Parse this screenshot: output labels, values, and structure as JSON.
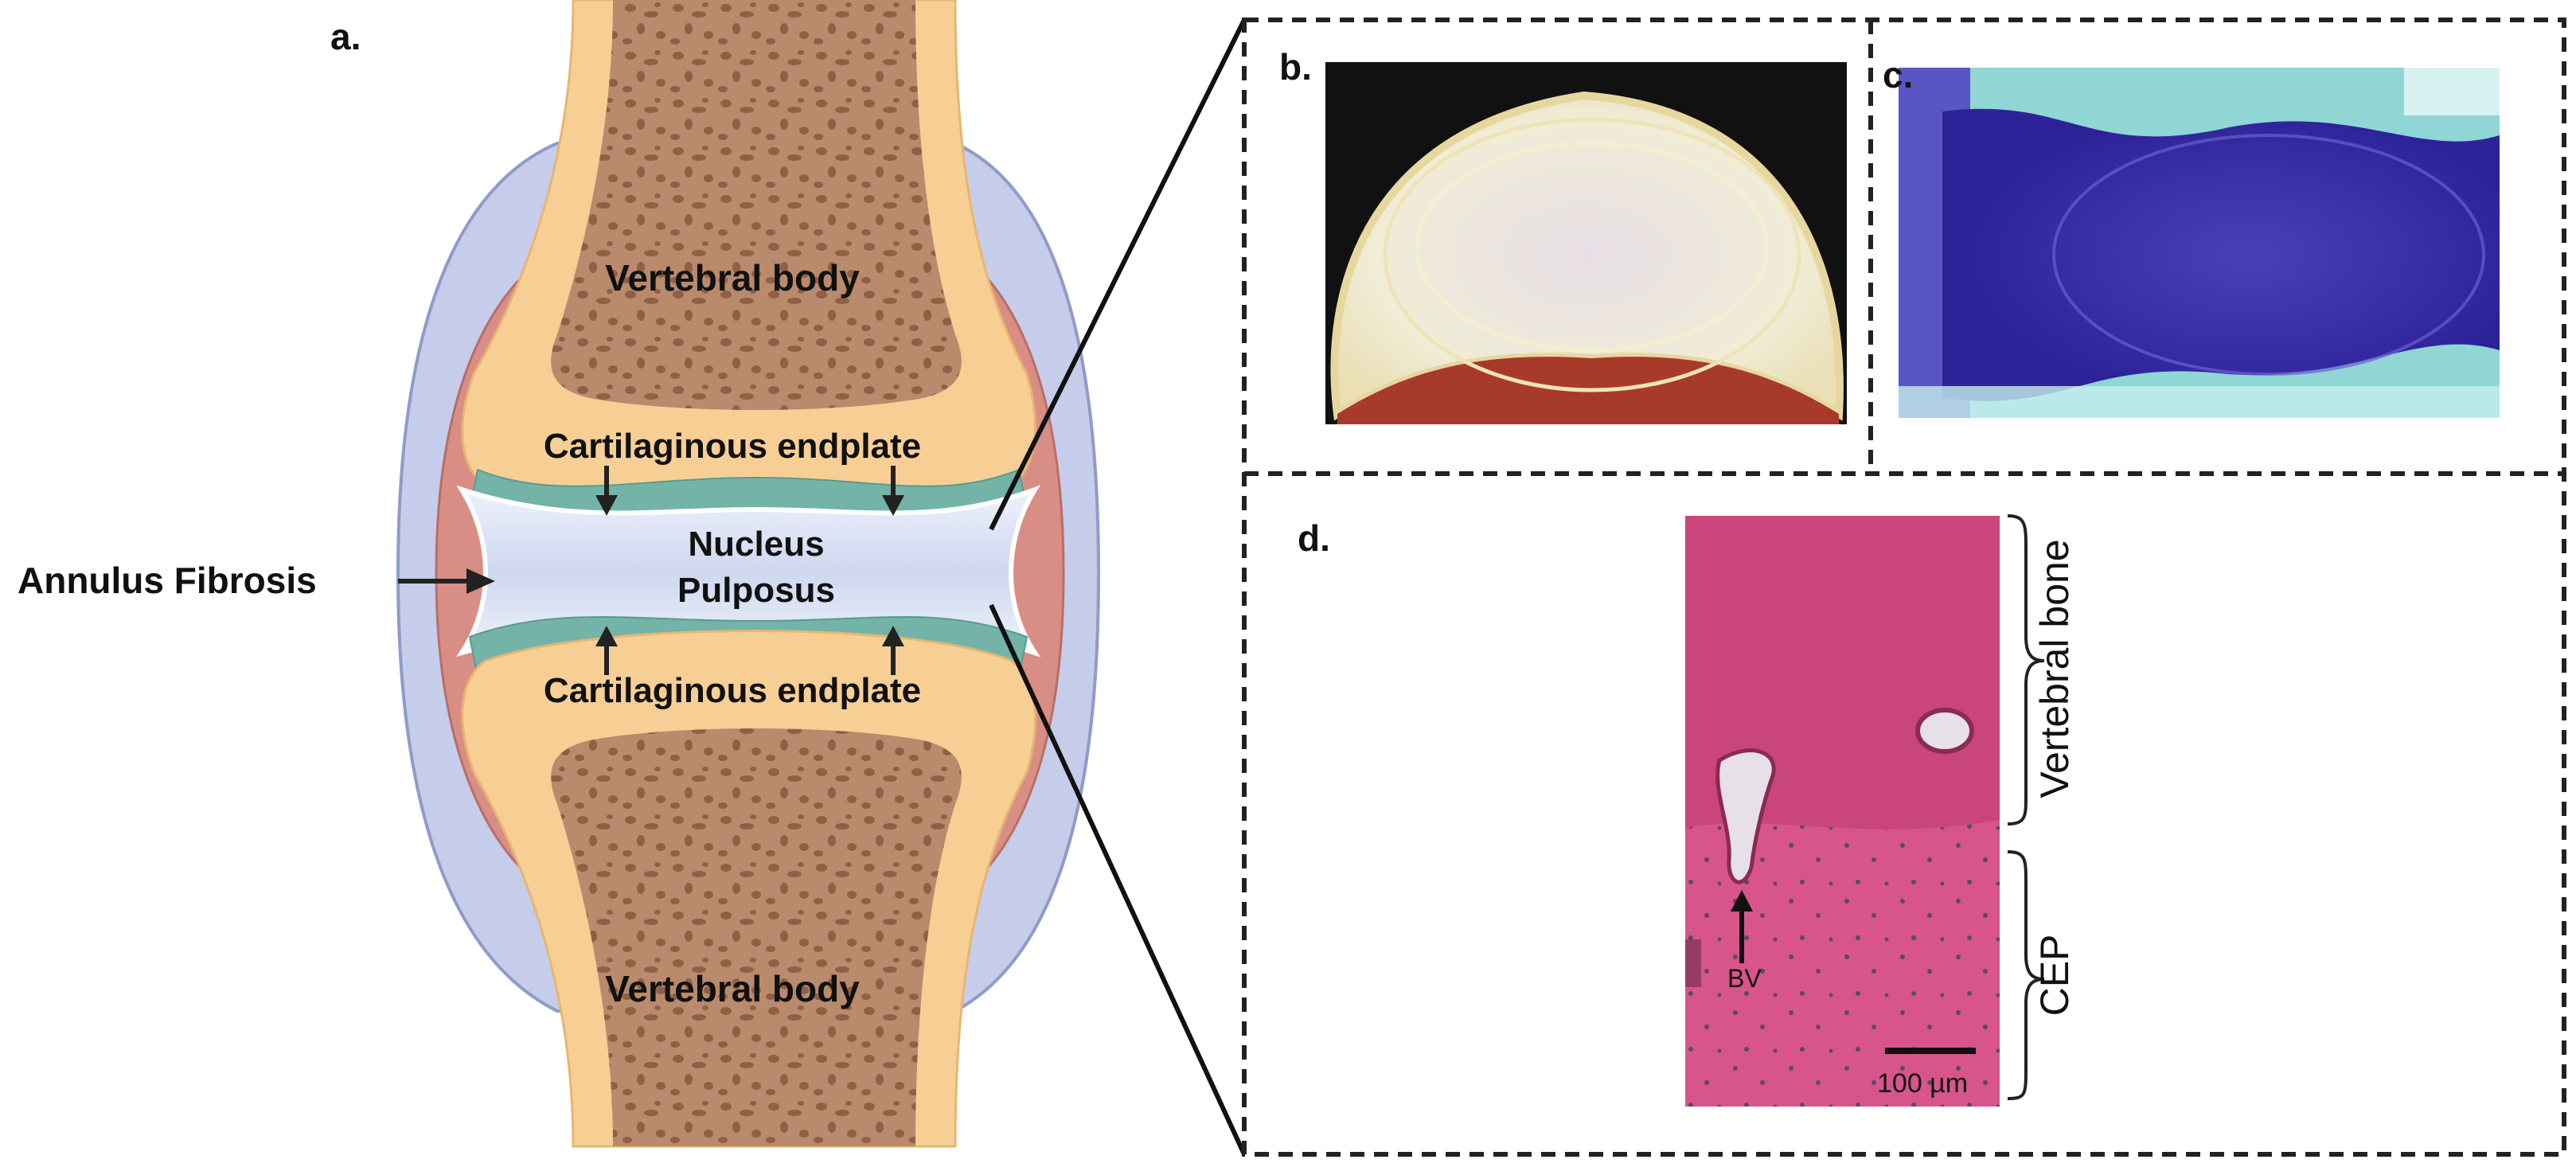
{
  "panel_a": {
    "letter": "a.",
    "vertebral_body_top": "Vertebral body",
    "vertebral_body_bottom": "Vertebral body",
    "endplate_top": "Cartilaginous endplate",
    "endplate_bottom": "Cartilaginous endplate",
    "nucleus_line1": "Nucleus",
    "nucleus_line2": "Pulposus",
    "annulus": "Annulus Fibrosis"
  },
  "panel_b": {
    "letter": "b."
  },
  "panel_c": {
    "letter": "c."
  },
  "panel_d": {
    "letter": "d.",
    "vertebral_bone": "Vertebral bone",
    "cep": "CEP",
    "bv": "BV",
    "scale_bar": "100 µm"
  },
  "colors": {
    "bone_outer": "#f7cf95",
    "bone_inner": "#b5876a",
    "bone_pores": "#9a6a50",
    "endplate": "#74b3a8",
    "nucleus": "#dfe6f5",
    "annulus_red": "#d98e85",
    "capsule": "#c5cdea",
    "stain_blue": "#3a2fa8",
    "stain_cyan": "#8fd6d4",
    "he_pink": "#d0457a"
  }
}
